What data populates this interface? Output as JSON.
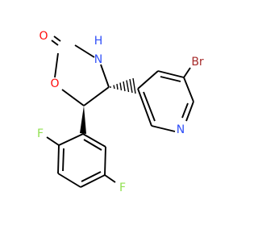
{
  "molecule": {
    "atoms": {
      "carbonyl_oxygen": "O",
      "ring_nitrogen_h": "H",
      "ring_nitrogen": "N",
      "ring_oxygen": "O",
      "bromine": "Br",
      "pyridine_nitrogen": "N",
      "fluorine_ortho": "F",
      "fluorine_meta": "F"
    },
    "colors": {
      "bond": "#000000",
      "oxygen": "#ff0d0d",
      "nitrogen": "#3050f8",
      "bromine": "#a62929",
      "fluorine": "#90e050"
    }
  }
}
